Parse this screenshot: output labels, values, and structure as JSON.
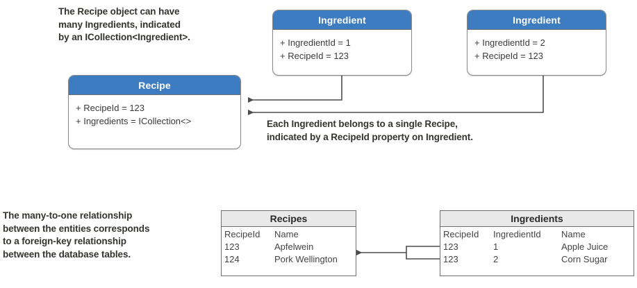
{
  "figure": {
    "callouts": [
      {
        "id": "recipe-collection-note",
        "text": "The Recipe object can have\nmany Ingredients, indicated\nby an ICollection<Ingredient>."
      },
      {
        "id": "ingredient-belongs-note",
        "text": "Each Ingredient belongs to a single Recipe,\nindicated by a RecipeId property on Ingredient."
      },
      {
        "id": "foreign-key-note",
        "text": "The many-to-one relationship\nbetween the entities corresponds\nto a foreign-key relationship\nbetween the database tables."
      }
    ],
    "uml_boxes": [
      {
        "id": "recipe",
        "title": "Recipe",
        "attributes": [
          "+ RecipeId = 123",
          "+ Ingredients = ICollection<>"
        ]
      },
      {
        "id": "ingredient-1",
        "title": "Ingredient",
        "attributes": [
          "+ IngredientId = 1",
          "+ RecipeId = 123"
        ]
      },
      {
        "id": "ingredient-2",
        "title": "Ingredient",
        "attributes": [
          "+ IngredientId = 2",
          "+ RecipeId = 123"
        ]
      }
    ],
    "db_tables": [
      {
        "id": "recipes-table",
        "title": "Recipes",
        "columns": [
          "RecipeId",
          "Name"
        ],
        "rows": [
          [
            "123",
            "Apfelwein"
          ],
          [
            "124",
            "Pork Wellington"
          ]
        ]
      },
      {
        "id": "ingredients-table",
        "title": "Ingredients",
        "columns": [
          "RecipeId",
          "IngredientId",
          "Name"
        ],
        "rows": [
          [
            "123",
            "1",
            "Apple Juice"
          ],
          [
            "123",
            "2",
            "Corn Sugar"
          ]
        ]
      }
    ],
    "colors": {
      "header_blue": "#3e7cc2",
      "table_header_gray": "#e9e9e9",
      "box_border": "#8a8a8a",
      "connector": "#5a5a5a",
      "callout_text": "#33332f",
      "body_text": "#3a3a3a"
    }
  }
}
